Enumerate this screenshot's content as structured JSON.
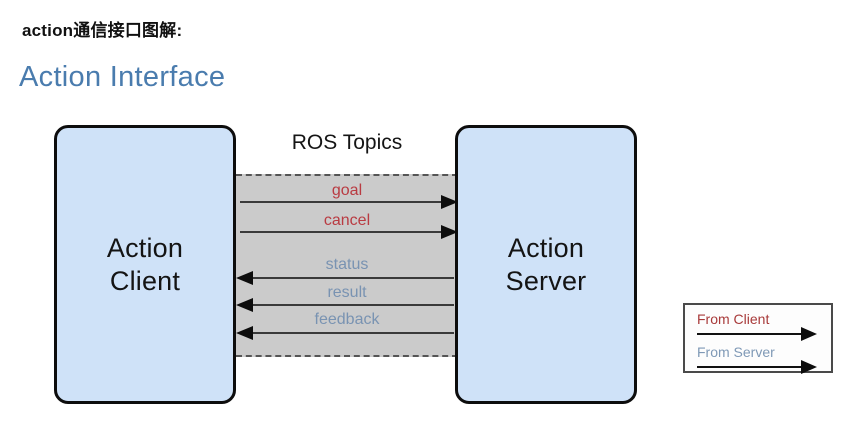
{
  "headings": {
    "chinese": "action通信接口图解:",
    "english": "Action Interface"
  },
  "colors": {
    "heading_blue": "#4a7cae",
    "node_fill": "#cfe2f8",
    "node_border": "#0d0d0d",
    "band_fill": "#cbcbcb",
    "client_text": "#b93b42",
    "server_text": "#7993b2",
    "arrow": "#0d0d0d"
  },
  "diagram": {
    "band_title": "ROS Topics",
    "nodes": [
      {
        "id": "client",
        "label": "Action\nClient"
      },
      {
        "id": "server",
        "label": "Action\nServer"
      }
    ],
    "flows": [
      {
        "label": "goal",
        "direction": "client-to-server",
        "source": "client",
        "target": "server"
      },
      {
        "label": "cancel",
        "direction": "client-to-server",
        "source": "client",
        "target": "server"
      },
      {
        "label": "status",
        "direction": "server-to-client",
        "source": "server",
        "target": "client"
      },
      {
        "label": "result",
        "direction": "server-to-client",
        "source": "server",
        "target": "client"
      },
      {
        "label": "feedback",
        "direction": "server-to-client",
        "source": "server",
        "target": "client"
      }
    ]
  },
  "legend": {
    "rows": [
      {
        "label": "From Client",
        "kind": "client"
      },
      {
        "label": "From Server",
        "kind": "server"
      }
    ]
  }
}
